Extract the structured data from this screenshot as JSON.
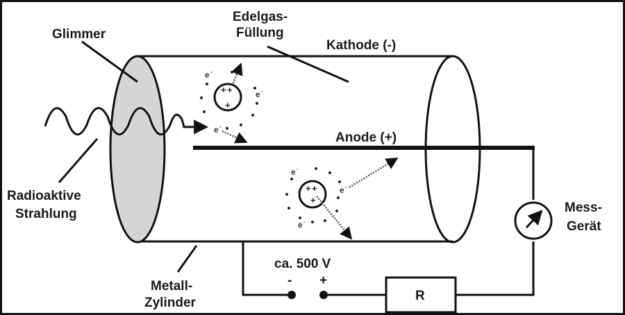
{
  "diagram": {
    "labels": {
      "glimmer": "Glimmer",
      "edelgas_line1": "Edelgas-",
      "edelgas_line2": "Füllung",
      "kathode": "Kathode (-)",
      "anode": "Anode (+)",
      "radio_line1": "Radioaktive",
      "radio_line2": "Strahlung",
      "metall_line1": "Metall-",
      "metall_line2": "Zylinder",
      "voltage": "ca. 500 V",
      "minus": "-",
      "plus": "+",
      "resistor": "R",
      "mess_line1": "Mess-",
      "mess_line2": "Gerät"
    },
    "electron_symbol": "e",
    "electron_charge": "-",
    "ion_charge": "+",
    "colors": {
      "stroke": "#111111",
      "window_fill": "#d6d6d6",
      "background": "#ffffff",
      "dotted_arrow": "#555555"
    }
  }
}
